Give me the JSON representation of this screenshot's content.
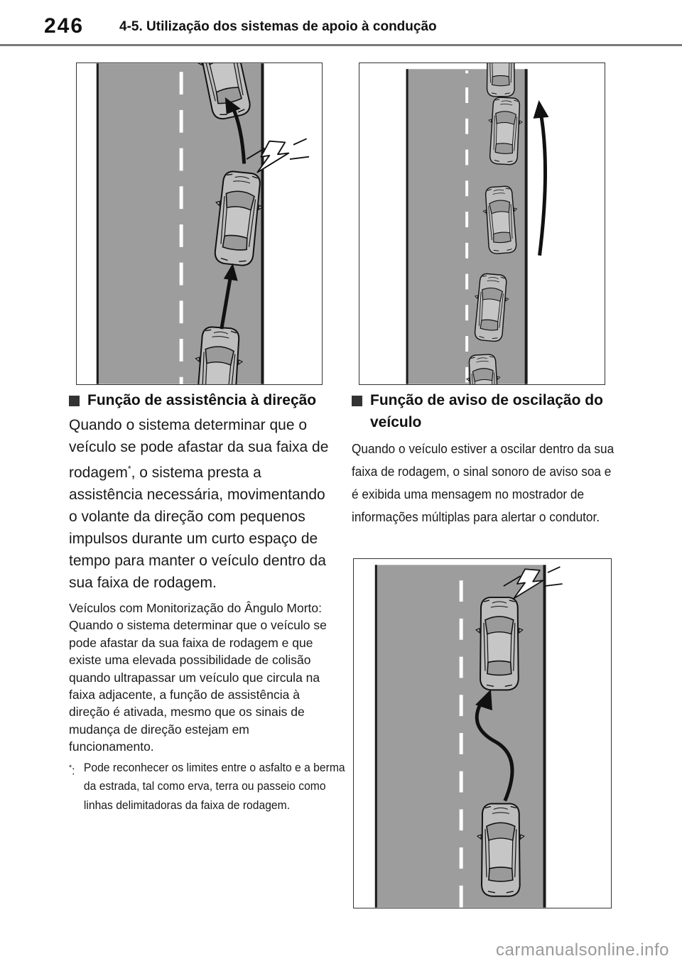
{
  "header": {
    "page_number": "246",
    "section_title": "4-5. Utilização dos sistemas de apoio à condução"
  },
  "left": {
    "heading": "Função de assistência à direção",
    "body_part1": "Quando o sistema determinar que o veículo se pode afastar da sua faixa de rodagem",
    "asterisk": "*",
    "body_part2": ", o sistema presta a assistência necessária, movimen­tando o volante da direção com pequenos impulsos durante um curto espaço de tempo para manter o veí­culo dentro da sua faixa de rodagem.",
    "note": "Veículos com Monitorização do Ângulo Morto: Quando o sistema determinar que o veículo se pode afastar da sua faixa de rodagem e que existe uma ele­vada possibilidade de colisão quando ultrapassar um veículo que circula na faixa adjacente, a função de assistên­cia à direção é ativada, mesmo que os sinais de mudança de direção estejam em funcionamento.",
    "footnote_mark": "*",
    "footnote_sep": ":",
    "footnote": "Pode reconhecer os limites entre o asfalto e a berma da estrada, tal como erva, terra ou passeio como linhas deli­mitadoras da faixa de rodagem."
  },
  "right": {
    "heading": "Função de aviso de oscilação do veículo",
    "body": "Quando o veículo estiver a oscilar den­tro da sua faixa de rodagem, o sinal sonoro de aviso soa e é exibida uma mensagem no mostrador de informa­ções múltiplas para alertar o condutor."
  },
  "watermark": "carmanualsonline.info",
  "colors": {
    "road": "#9d9d9d",
    "road_edge": "#1a1a1a",
    "lane_marking": "#ffffff",
    "car_body": "#b9b9b9",
    "text": "#1a1a1a"
  }
}
